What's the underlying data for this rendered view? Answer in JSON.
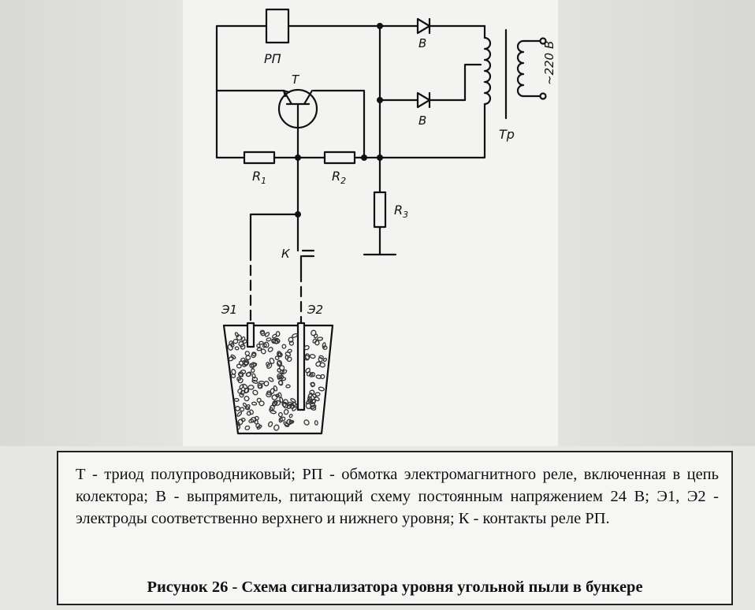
{
  "labels": {
    "relay": "РП",
    "triode": "Т",
    "diode_top": "В",
    "diode_bottom": "В",
    "transformer": "Тр",
    "voltage": "~220 В",
    "r1_letter": "R",
    "r1_index": "1",
    "r2_letter": "R",
    "r2_index": "2",
    "r3_letter": "R",
    "r3_index": "3",
    "contact": "К",
    "electrode1": "Э1",
    "electrode2": "Э2"
  },
  "legend": "Т - триод полупроводниковый; РП - обмотка электромагнитного реле, включенная в цепь колектора; В - выпрямитель, питающий схему постоянным напряжением 24 В; Э1, Э2 - электроды соответственно верхнего и нижнего уровня; К - контакты реле РП.",
  "caption": "Рисунок 26 - Схема сигнализатора уровня угольной пыли в бункере",
  "colors": {
    "ink": "#111111",
    "panel": "#f3f3f1",
    "margin": "#dcdcd9"
  }
}
